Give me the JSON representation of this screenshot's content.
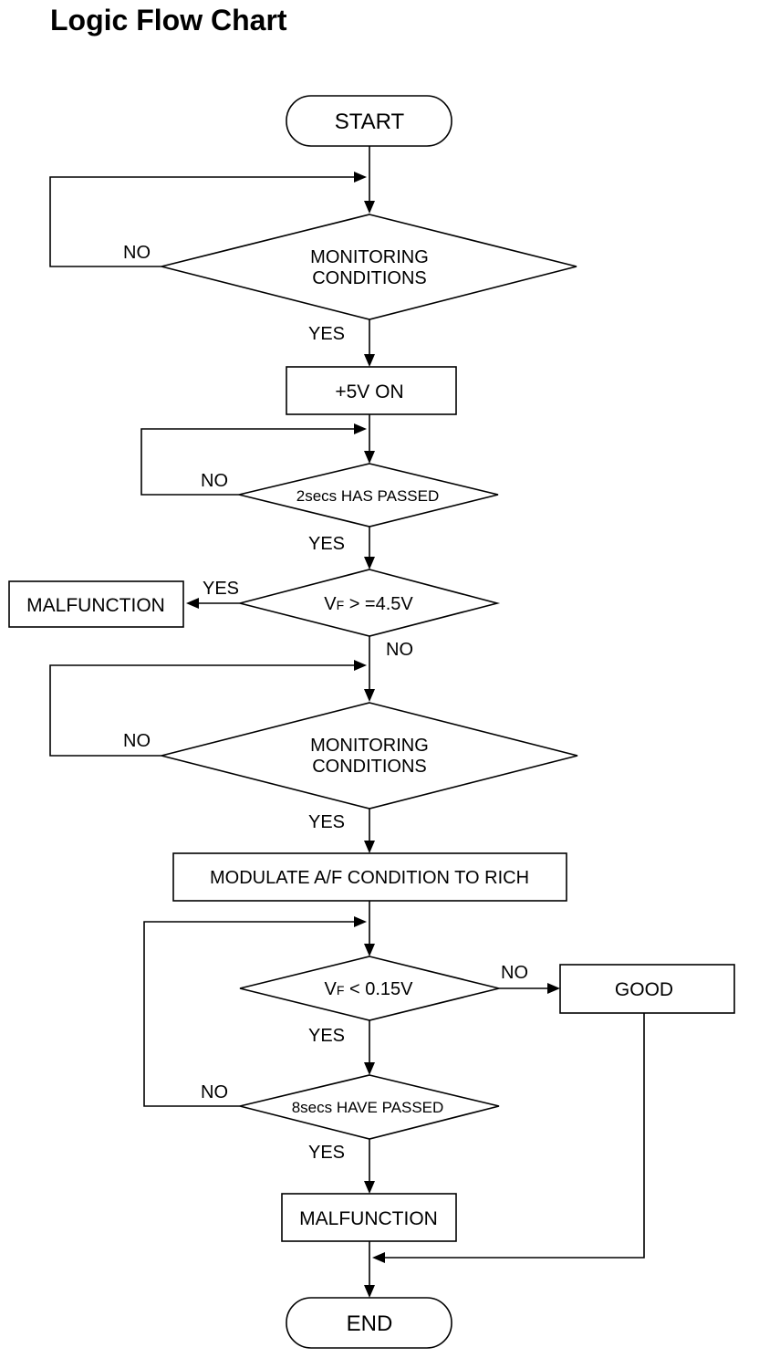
{
  "title": "Logic Flow Chart",
  "nodes": {
    "start": "START",
    "monitoring_1": [
      "MONITORING",
      "CONDITIONS"
    ],
    "plus5v_on": "+5V ON",
    "two_secs": "2secs HAS PASSED",
    "vf_ge": {
      "main": "V",
      "sub": "F",
      "rest": " > =4.5V"
    },
    "malfunction_1": "MALFUNCTION",
    "monitoring_2": [
      "MONITORING",
      "CONDITIONS"
    ],
    "modulate": "MODULATE A/F CONDITION TO RICH",
    "vf_lt": {
      "main": "V",
      "sub": "F",
      "rest": " < 0.15V"
    },
    "good": "GOOD",
    "eight_secs": "8secs HAVE PASSED",
    "malfunction_2": "MALFUNCTION",
    "end": "END"
  },
  "labels": {
    "no_monitoring_1": "NO",
    "yes_monitoring_1": "YES",
    "no_two_secs": "NO",
    "yes_two_secs": "YES",
    "yes_vf_ge": "YES",
    "no_vf_ge": "NO",
    "no_monitoring_2": "NO",
    "yes_monitoring_2": "YES",
    "no_vf_lt": "NO",
    "yes_vf_lt": "YES",
    "no_eight_secs": "NO",
    "yes_eight_secs": "YES"
  }
}
